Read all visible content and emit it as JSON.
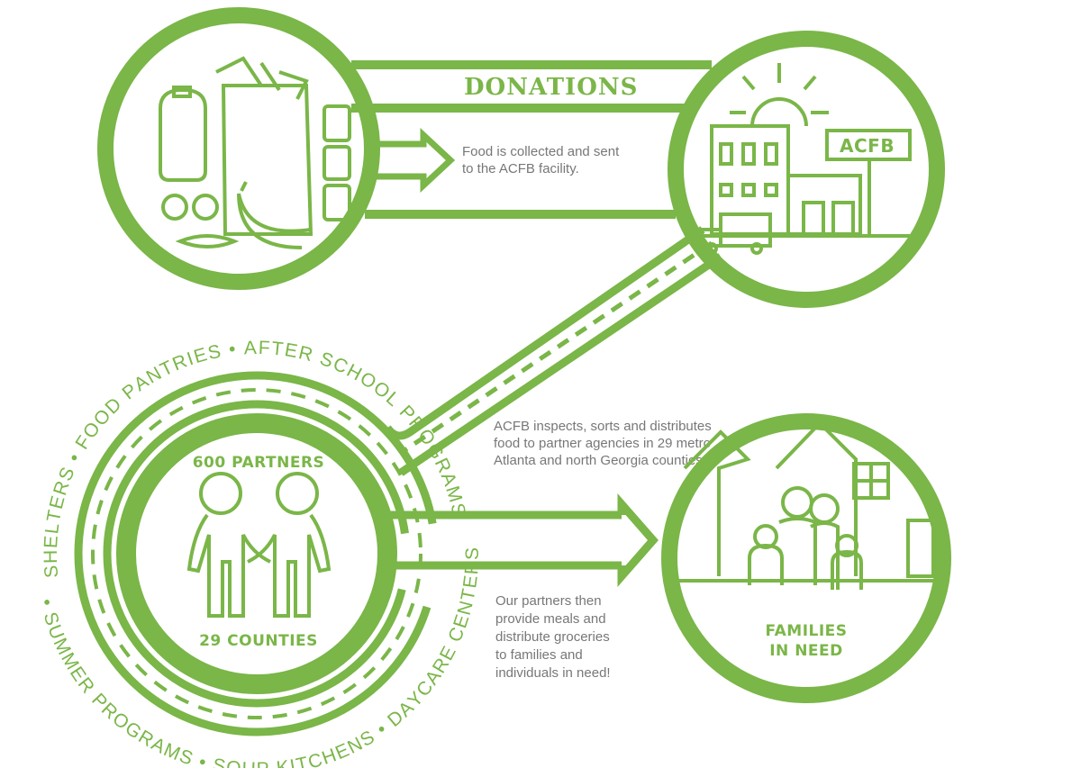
{
  "donations": {
    "title": "DONATIONS",
    "description_lines": [
      "Food is collected and sent",
      "to the ACFB facility."
    ]
  },
  "facility": {
    "sign": "ACFB"
  },
  "distribution": {
    "description_lines": [
      "ACFB inspects, sorts and distributes",
      "food to partner agencies in 29 metro",
      "Atlanta and north Georgia counties."
    ]
  },
  "partners": {
    "top_label": "600 PARTNERS",
    "bottom_label": "29 COUNTIES",
    "ring_top": "SHELTERS • FOOD PANTRIES • AFTER SCHOOL PROGRAMS",
    "ring_bottom": "• SUMMER PROGRAMS • SOUP KITCHENS • DAYCARE CENTERS",
    "description_lines": [
      "Our partners then",
      "provide meals and",
      "distribute groceries",
      "to families and",
      "individuals in need!"
    ]
  },
  "families": {
    "label_lines": [
      "FAMILIES",
      "IN NEED"
    ]
  },
  "colors": {
    "accent": "#7ab648",
    "text": "#777777"
  }
}
